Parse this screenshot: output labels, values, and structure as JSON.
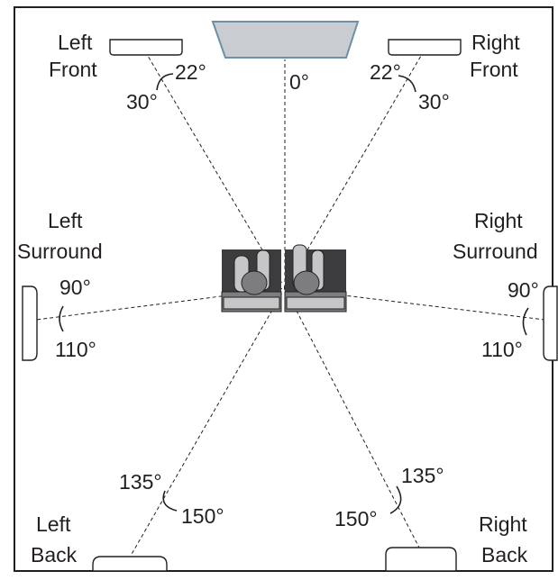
{
  "colors": {
    "screen_fill": "#c9cdd1",
    "screen_stroke": "#6f8fa6",
    "line": "#231f20",
    "seat_dark": "#3c3c3e",
    "seat_mid": "#7d7d80",
    "seat_light": "#c6c6c8"
  },
  "labels": {
    "left_front": [
      "Left",
      "Front"
    ],
    "right_front": [
      "Right",
      "Front"
    ],
    "left_surround": [
      "Left",
      "Surround"
    ],
    "right_surround": [
      "Right",
      "Surround"
    ],
    "left_back": [
      "Left",
      "Back"
    ],
    "right_back": [
      "Right",
      "Back"
    ]
  },
  "angles": {
    "center": "0°",
    "left_front_inner": "22°",
    "left_front_outer": "30°",
    "right_front_inner": "22°",
    "right_front_outer": "30°",
    "left_surround_inner": "90°",
    "left_surround_outer": "110°",
    "right_surround_inner": "90°",
    "right_surround_outer": "110°",
    "left_back_inner": "135°",
    "left_back_outer": "150°",
    "right_back_inner": "135°",
    "right_back_outer": "150°"
  },
  "icons": {
    "screen": "screen-icon",
    "seats": "listener-seats-icon",
    "speaker": "speaker-icon"
  }
}
